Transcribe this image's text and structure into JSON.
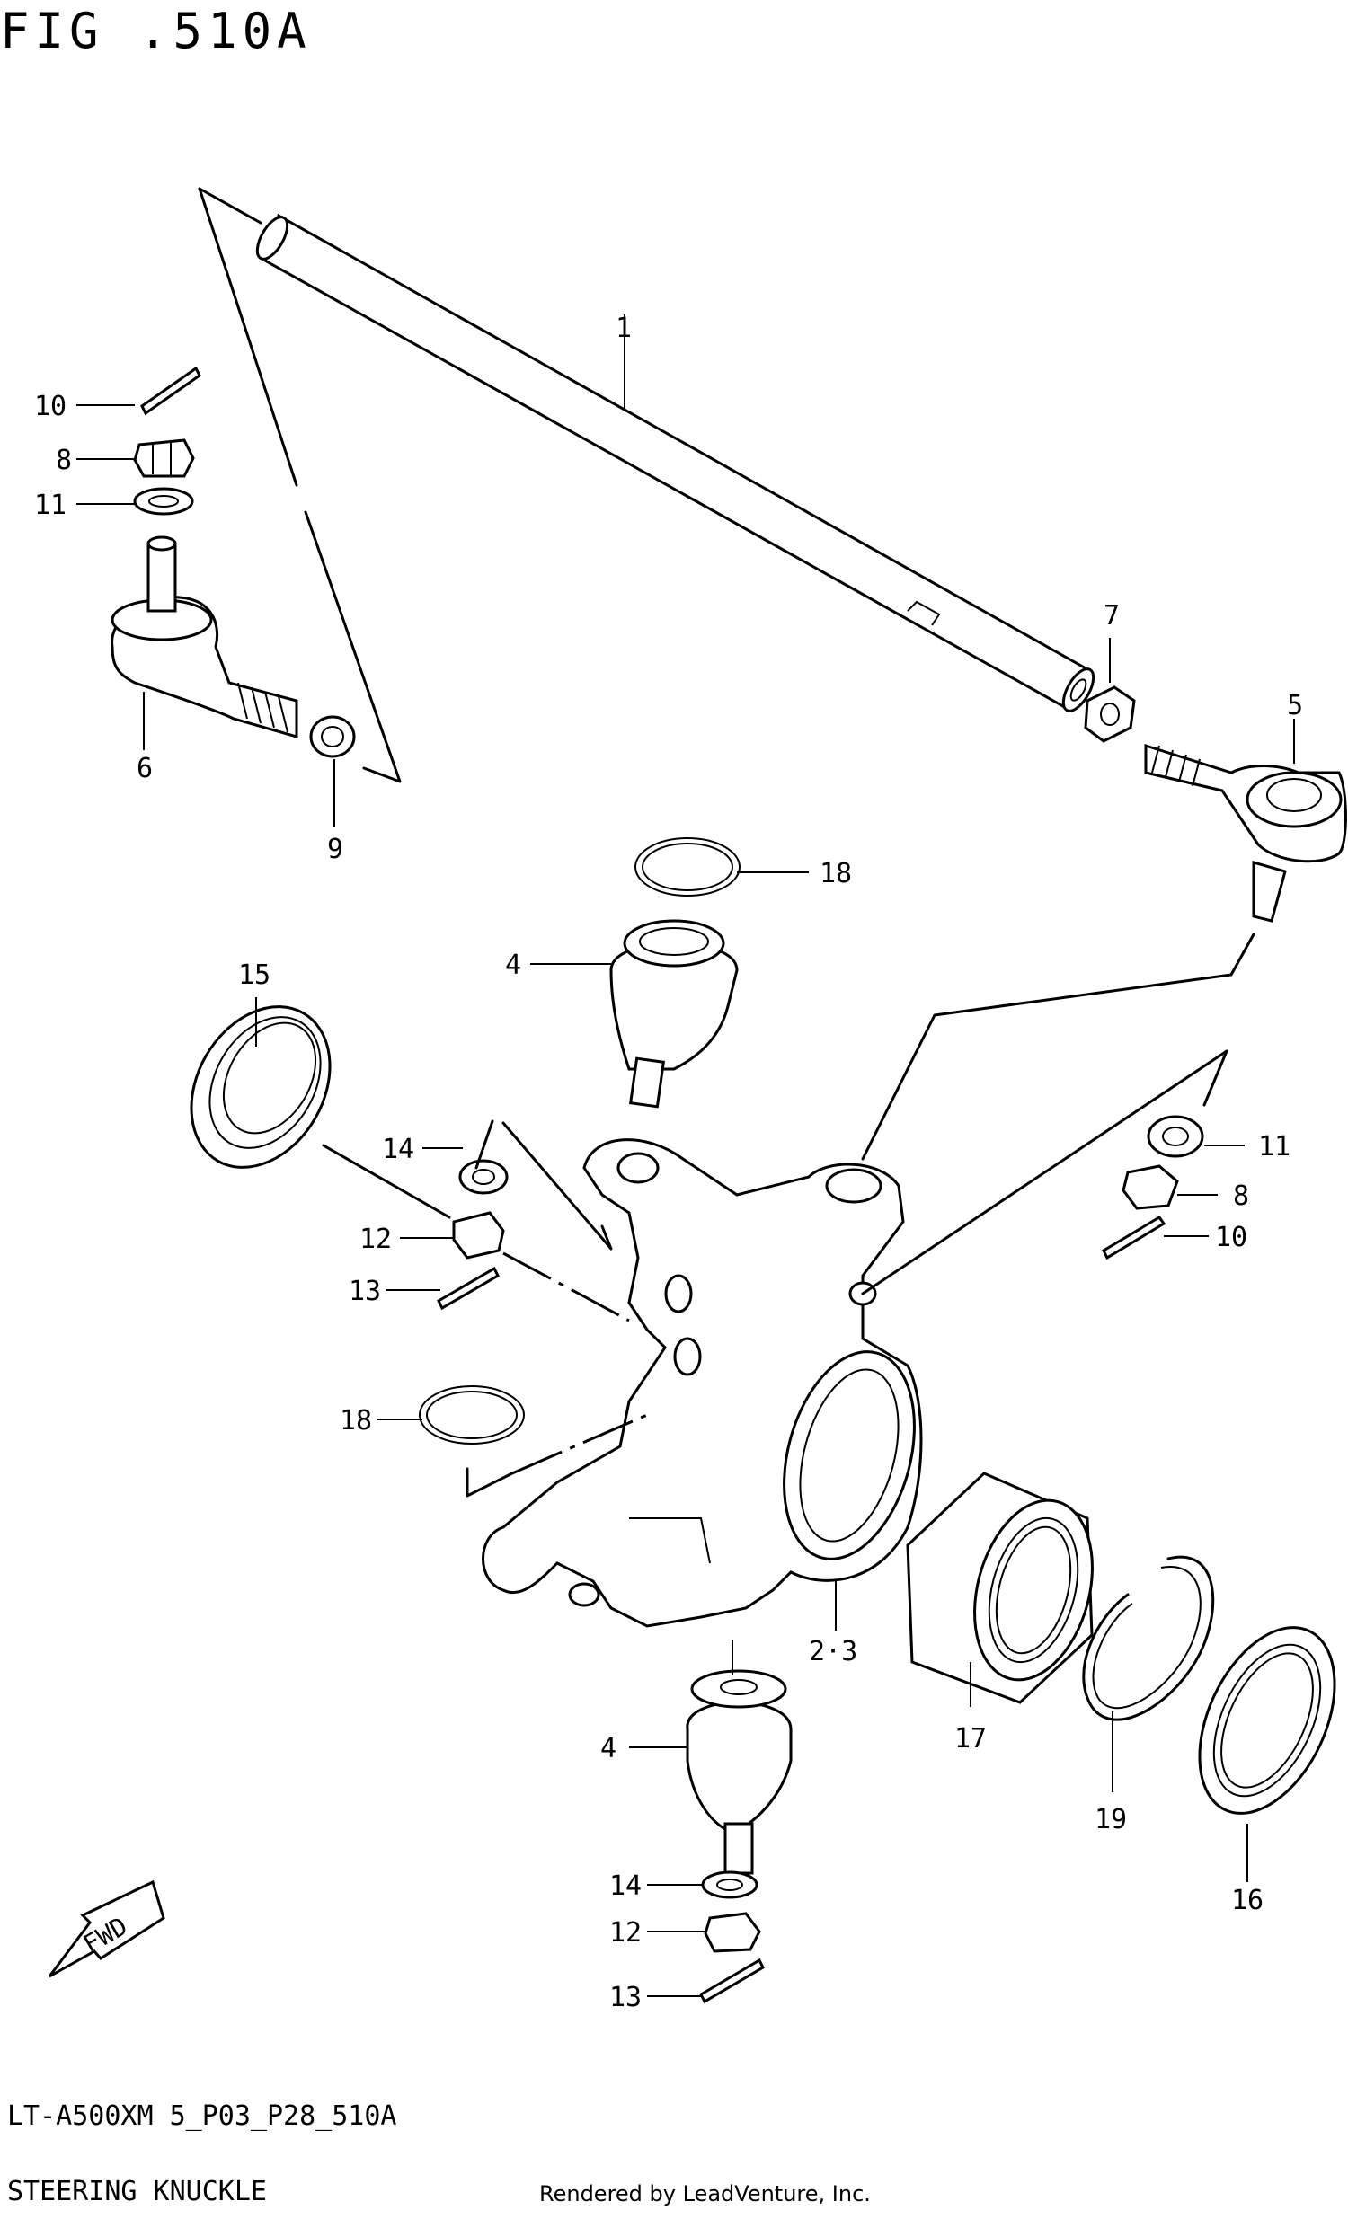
{
  "figure": {
    "title": "FIG .510A",
    "model_code": "LT-A500XM 5_P03_P28_510A",
    "section_name": "STEERING KNUCKLE",
    "credit": "Rendered by LeadVenture, Inc."
  },
  "callouts": [
    {
      "id": "c1",
      "label": "1"
    },
    {
      "id": "c10a",
      "label": "10"
    },
    {
      "id": "c8a",
      "label": "8"
    },
    {
      "id": "c11a",
      "label": "11"
    },
    {
      "id": "c6",
      "label": "6"
    },
    {
      "id": "c9",
      "label": "9"
    },
    {
      "id": "c7",
      "label": "7"
    },
    {
      "id": "c5",
      "label": "5"
    },
    {
      "id": "c18a",
      "label": "18"
    },
    {
      "id": "c4a",
      "label": "4"
    },
    {
      "id": "c15",
      "label": "15"
    },
    {
      "id": "c14a",
      "label": "14"
    },
    {
      "id": "c12a",
      "label": "12"
    },
    {
      "id": "c13a",
      "label": "13"
    },
    {
      "id": "c11b",
      "label": "11"
    },
    {
      "id": "c8b",
      "label": "8"
    },
    {
      "id": "c10b",
      "label": "10"
    },
    {
      "id": "c18b",
      "label": "18"
    },
    {
      "id": "c23",
      "label": "2·3"
    },
    {
      "id": "c17",
      "label": "17"
    },
    {
      "id": "c19",
      "label": "19"
    },
    {
      "id": "c16",
      "label": "16"
    },
    {
      "id": "c4b",
      "label": "4"
    },
    {
      "id": "c14b",
      "label": "14"
    },
    {
      "id": "c12b",
      "label": "12"
    },
    {
      "id": "c13b",
      "label": "13"
    }
  ],
  "fwd_label": "FWD",
  "icons": [
    "fwd-arrow-icon"
  ]
}
